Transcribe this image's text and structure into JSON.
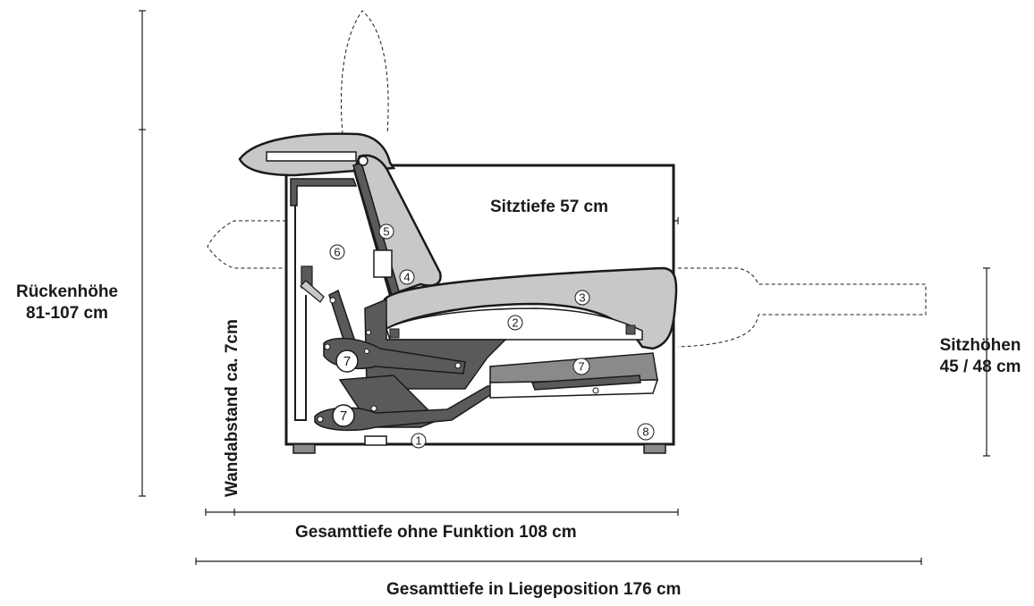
{
  "labels": {
    "backrest_height_line1": "Rückenhöhe",
    "backrest_height_line2": "81-107 cm",
    "seat_depth": "Sitztiefe 57 cm",
    "wall_distance": "Wandabstand ca. 7cm",
    "seat_heights_line1": "Sitzhöhen",
    "seat_heights_line2": "45 / 48 cm",
    "total_depth_no_function": "Gesamttiefe ohne Funktion 108 cm",
    "total_depth_reclined": "Gesamttiefe in Liegeposition 176 cm"
  },
  "callouts": [
    "1",
    "2",
    "3",
    "4",
    "5",
    "6",
    "7",
    "7",
    "7",
    "8"
  ],
  "colors": {
    "line": "#1a1a1a",
    "cushion": "#c8c8c8",
    "mechanism": "#5a5a5a",
    "frame_fill": "#ffffff"
  }
}
